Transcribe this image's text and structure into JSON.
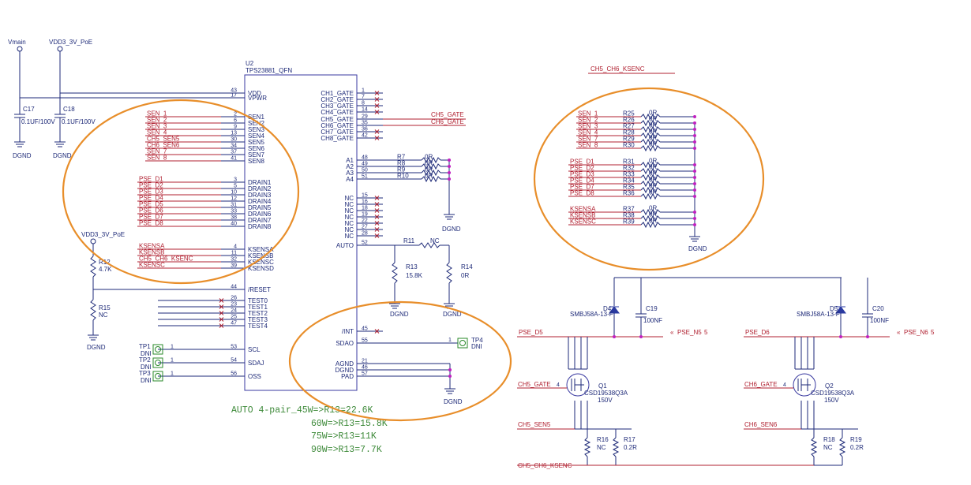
{
  "left_power": {
    "vmain": "Vmain",
    "vdd3_a": "VDD3_3V_PoE",
    "c17": "C17",
    "c17_val": "0.1UF/100V",
    "c18": "C18",
    "c18_val": "0.1UF/100V",
    "gnd_a": "DGND",
    "gnd_b": "DGND"
  },
  "u2": {
    "ref": "U2",
    "part": "TPS23881_QFN"
  },
  "u2_left_pins": [
    {
      "num": "43",
      "name": "VDD"
    },
    {
      "num": "17",
      "name": "VPWR"
    },
    {
      "num": "2",
      "name": "SEN1"
    },
    {
      "num": "6",
      "name": "SEN2"
    },
    {
      "num": "9",
      "name": "SEN3"
    },
    {
      "num": "13",
      "name": "SEN4"
    },
    {
      "num": "30",
      "name": "SEN5"
    },
    {
      "num": "34",
      "name": "SEN6"
    },
    {
      "num": "37",
      "name": "SEN7"
    },
    {
      "num": "41",
      "name": "SEN8"
    },
    {
      "num": "3",
      "name": "DRAIN1"
    },
    {
      "num": "5",
      "name": "DRAIN2"
    },
    {
      "num": "10",
      "name": "DRAIN3"
    },
    {
      "num": "12",
      "name": "DRAIN4"
    },
    {
      "num": "31",
      "name": "DRAIN5"
    },
    {
      "num": "33",
      "name": "DRAIN6"
    },
    {
      "num": "38",
      "name": "DRAIN7"
    },
    {
      "num": "40",
      "name": "DRAIN8"
    },
    {
      "num": "4",
      "name": "KSENSA"
    },
    {
      "num": "11",
      "name": "KSENSB"
    },
    {
      "num": "32",
      "name": "KSENSC"
    },
    {
      "num": "39",
      "name": "KSENSD"
    },
    {
      "num": "44",
      "name": "/RESET"
    },
    {
      "num": "26",
      "name": "TEST0"
    },
    {
      "num": "23",
      "name": "TEST1"
    },
    {
      "num": "24",
      "name": "TEST2"
    },
    {
      "num": "25",
      "name": "TEST3"
    },
    {
      "num": "47",
      "name": "TEST4"
    },
    {
      "num": "53",
      "name": "SCL"
    },
    {
      "num": "54",
      "name": "SDAJ"
    },
    {
      "num": "56",
      "name": "OSS"
    }
  ],
  "u2_right_pins": [
    {
      "num": "1",
      "name": "CH1_GATE"
    },
    {
      "num": "7",
      "name": "CH2_GATE"
    },
    {
      "num": "8",
      "name": "CH3_GATE"
    },
    {
      "num": "14",
      "name": "CH4_GATE"
    },
    {
      "num": "29",
      "name": "CH5_GATE"
    },
    {
      "num": "35",
      "name": "CH6_GATE"
    },
    {
      "num": "36",
      "name": "CH7_GATE"
    },
    {
      "num": "42",
      "name": "CH8_GATE"
    },
    {
      "num": "48",
      "name": "A1"
    },
    {
      "num": "49",
      "name": "A2"
    },
    {
      "num": "50",
      "name": "A3"
    },
    {
      "num": "51",
      "name": "A4"
    },
    {
      "num": "15",
      "name": "NC"
    },
    {
      "num": "16",
      "name": "NC"
    },
    {
      "num": "18",
      "name": "NC"
    },
    {
      "num": "19",
      "name": "NC"
    },
    {
      "num": "22",
      "name": "NC"
    },
    {
      "num": "27",
      "name": "NC"
    },
    {
      "num": "28",
      "name": "NC"
    },
    {
      "num": "52",
      "name": "AUTO"
    },
    {
      "num": "45",
      "name": "/INT"
    },
    {
      "num": "55",
      "name": "SDAO"
    },
    {
      "num": "21",
      "name": "AGND"
    },
    {
      "num": "46",
      "name": "DGND"
    },
    {
      "num": "57",
      "name": "PAD"
    }
  ],
  "left_nets": [
    "SEN_1",
    "SEN_2",
    "SEN_3",
    "SEN_4",
    "CH5_SEN5",
    "CH6_SEN6",
    "SEN_7",
    "SEN_8",
    "PSE_D1",
    "PSE_D2",
    "PSE_D3",
    "PSE_D4",
    "PSE_D5",
    "PSE_D6",
    "PSE_D7",
    "PSE_D8",
    "KSENSA",
    "KSENSB",
    "CH5_CH6_KSENC",
    "KSENSC"
  ],
  "gate_nets": {
    "ch5": "CH5_GATE",
    "ch6": "CH6_GATE"
  },
  "addr_res": [
    {
      "ref": "R7",
      "val": "0R"
    },
    {
      "ref": "R8",
      "val": "0R"
    },
    {
      "ref": "R9",
      "val": "0R"
    },
    {
      "ref": "R10",
      "val": "0R"
    }
  ],
  "auto_circuit": {
    "r11": "R11",
    "r11_val": "NC",
    "r13": "R13",
    "r13_val": "15.8K",
    "r14": "R14",
    "r14_val": "0R",
    "gnd": "DGND",
    "gnd2": "DGND",
    "gnd3": "DGND",
    "gnd4": "DGND"
  },
  "reset_circuit": {
    "vdd": "VDD3_3V_PoE",
    "r12": "R12",
    "r12_val": "4.7K",
    "r15": "R15",
    "r15_val": "NC",
    "gnd": "DGND"
  },
  "testpoints": [
    {
      "ref": "TP1",
      "dni": "DNI",
      "pin": "1"
    },
    {
      "ref": "TP2",
      "dni": "DNI",
      "pin": "1"
    },
    {
      "ref": "TP3",
      "dni": "DNI",
      "pin": "1"
    }
  ],
  "tp4": {
    "ref": "TP4",
    "dni": "DNI",
    "pin": "1"
  },
  "notes": [
    "AUTO   4-pair_45W=>R13=22.6K",
    "60W=>R13=15.8K",
    "75W=>R13=11K",
    "90W=>R13=7.7K"
  ],
  "right_block": {
    "title_net": "CH5_CH6_KSENC",
    "groups": [
      [
        {
          "net": "SEN_1",
          "ref": "R25",
          "val": "0R"
        },
        {
          "net": "SEN_2",
          "ref": "R26",
          "val": "0R"
        },
        {
          "net": "SEN_3",
          "ref": "R27",
          "val": "0R"
        },
        {
          "net": "SEN_4",
          "ref": "R28",
          "val": "0R"
        },
        {
          "net": "SEN_7",
          "ref": "R29",
          "val": "0R"
        },
        {
          "net": "SEN_8",
          "ref": "R30",
          "val": "0R"
        }
      ],
      [
        {
          "net": "PSE_D1",
          "ref": "R31",
          "val": "0R"
        },
        {
          "net": "PSE_D2",
          "ref": "R32",
          "val": "0R"
        },
        {
          "net": "PSE_D3",
          "ref": "R33",
          "val": "0R"
        },
        {
          "net": "PSE_D4",
          "ref": "R34",
          "val": "0R"
        },
        {
          "net": "PSE_D7",
          "ref": "R35",
          "val": "0R"
        },
        {
          "net": "PSE_D8",
          "ref": "R36",
          "val": "0R"
        }
      ],
      [
        {
          "net": "KSENSA",
          "ref": "R37",
          "val": "0R"
        },
        {
          "net": "KSENSB",
          "ref": "R38",
          "val": "0R"
        },
        {
          "net": "KSENSC",
          "ref": "R39",
          "val": "0R"
        }
      ]
    ],
    "gnd": "DGND"
  },
  "ch5": {
    "pse": "PSE_D5",
    "out": "PSE_N5",
    "out_pin": "5",
    "diode": "D4",
    "diode_part": "SMBJ58A-13-F",
    "cap": "C19",
    "cap_val": "100NF",
    "fet": "Q1",
    "fet_part": "CSD19538Q3A",
    "fet_v": "150V",
    "gate": "CH5_GATE",
    "gate_pin": "4",
    "sen": "CH5_SEN5",
    "rs1": "R16",
    "rs1_val": "NC",
    "rs2": "R17",
    "rs2_val": "0.2R",
    "ksenc": "CH5_CH6_KSENC"
  },
  "ch6": {
    "pse": "PSE_D6",
    "out": "PSE_N6",
    "out_pin": "5",
    "diode": "D5",
    "diode_part": "SMBJ58A-13-F",
    "cap": "C20",
    "cap_val": "100NF",
    "fet": "Q2",
    "fet_part": "CSD19538Q3A",
    "fet_v": "150V",
    "gate": "CH6_GATE",
    "gate_pin": "4",
    "sen": "CH6_SEN6",
    "rs1": "R18",
    "rs1_val": "NC",
    "rs2": "R19",
    "rs2_val": "0.2R"
  }
}
